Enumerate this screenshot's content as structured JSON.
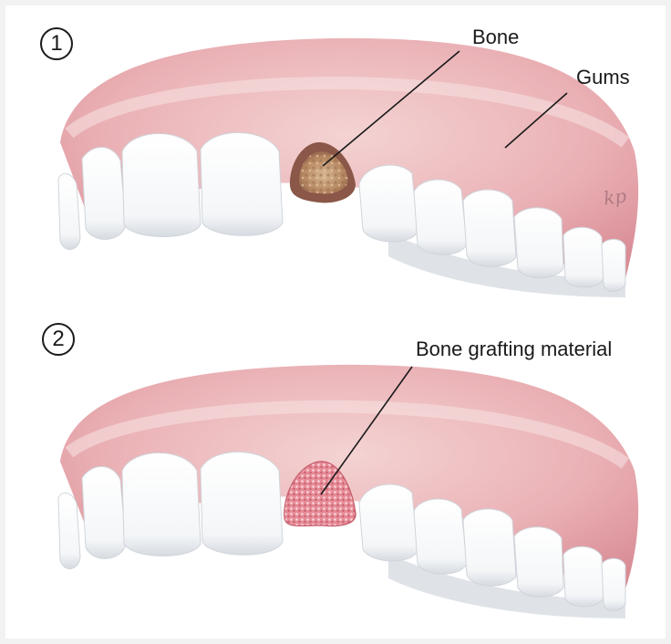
{
  "panels": [
    {
      "step": "1",
      "labels": {
        "bone": "Bone",
        "gums": "Gums"
      }
    },
    {
      "step": "2",
      "labels": {
        "bone_grafting": "Bone grafting material"
      }
    }
  ],
  "signature": "kp",
  "colors": {
    "gum_light": "#f2c9c9",
    "gum_mid": "#e6a3a8",
    "gum_dark": "#d98c95",
    "tooth": "#ffffff",
    "tooth_shade": "#d8dde3",
    "socket_bone": "#c8a27c",
    "graft": "#e88f9a",
    "leader_line": "#1a1a1a"
  }
}
